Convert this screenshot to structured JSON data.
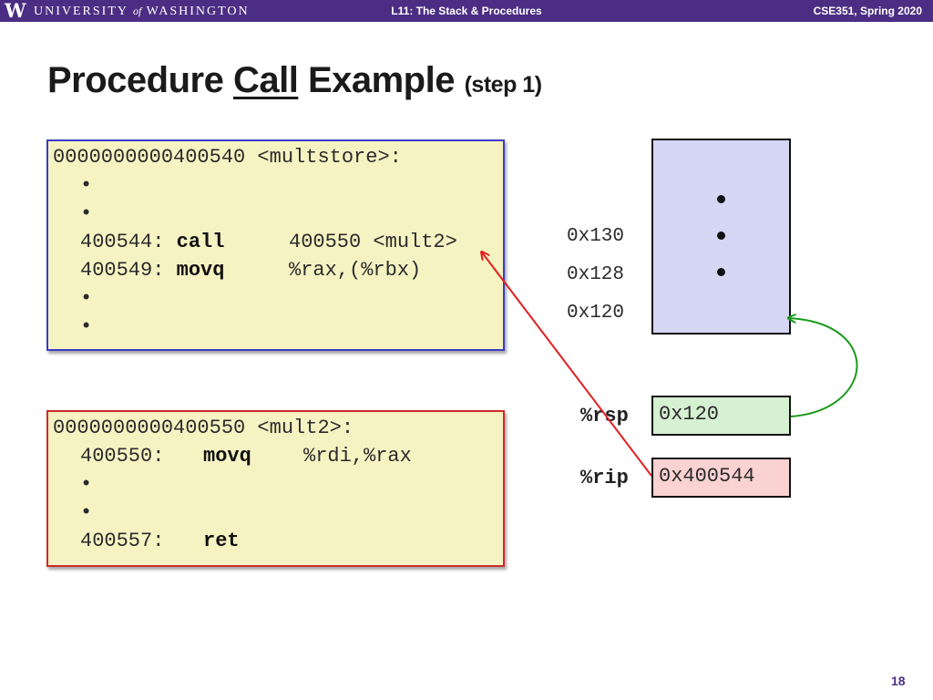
{
  "header": {
    "logo_letter": "W",
    "university_name_a": "UNIVERSITY",
    "university_name_of": "of",
    "university_name_b": "WASHINGTON",
    "lecture": "L11: The Stack & Procedures",
    "course": "CSE351, Spring 2020"
  },
  "slide": {
    "title_a": "Procedure ",
    "title_call": "Call",
    "title_b": " Example",
    "title_sub": "(step 1)",
    "page_number": "18"
  },
  "code_box_1": {
    "lines": [
      "0000000000400540 <multstore>:",
      "•",
      "•",
      "400544: ",
      "400549: ",
      "•",
      "•"
    ],
    "call_instr": "call",
    "call_operand": "400550 <mult2>",
    "movq_instr": "movq",
    "movq_operand": "%rax,(%rbx)"
  },
  "code_box_2": {
    "header": "0000000000400550 <mult2>:",
    "line1_addr": "400550:",
    "line1_instr": "movq",
    "line1_operand": "%rdi,%rax",
    "dot1": "•",
    "dot2": "•",
    "line2_addr": "400557:",
    "line2_instr": "ret"
  },
  "stack": {
    "addresses": [
      "0x130",
      "0x128",
      "0x120"
    ],
    "fill_color": "#d6d6f5"
  },
  "registers": {
    "rsp": {
      "label": "%rsp",
      "value": "0x120",
      "color": "#d6f0d2"
    },
    "rip": {
      "label": "%rip",
      "value": "0x400544",
      "color": "#fbd2d2"
    }
  },
  "colors": {
    "header_purple": "#4b2e83",
    "code_bg": "#f6f3c3",
    "box1_border": "#3b3cc6",
    "box2_border": "#cc2a2a",
    "rip_arrow": "#e01f1f",
    "rsp_arrow": "#1a9a1a"
  }
}
